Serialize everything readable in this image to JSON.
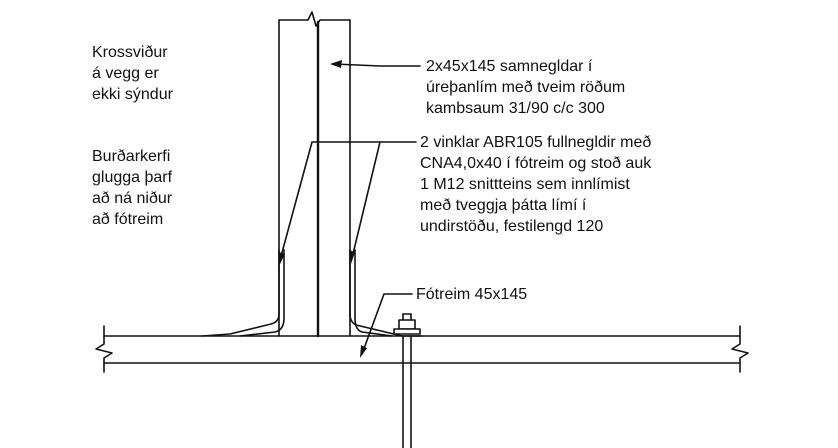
{
  "colors": {
    "ink": "#111111",
    "paper": "#ffffff"
  },
  "labels": {
    "krossvidur": [
      "Krossviður",
      "á vegg er",
      "ekki sýndur"
    ],
    "burdarkerfi": [
      "Burðarkerfi",
      "glugga þarf",
      "að ná niður",
      "að fótreim"
    ],
    "samneglidar": [
      "2x45x145 samnegldar í",
      "úreþanlím með tveim röðum",
      "kambsaum 31/90 c/c 300"
    ],
    "vinklar": [
      "2 vinklar ABR105 fullnegldir með",
      "CNA4,0x40 í fótreim og stoð auk",
      "1 M12 snittteins sem innlímist",
      "með tveggja þátta límí í",
      "undirstöðu, festilengd 120"
    ],
    "fotreim": [
      "Fótreim 45x145"
    ]
  }
}
